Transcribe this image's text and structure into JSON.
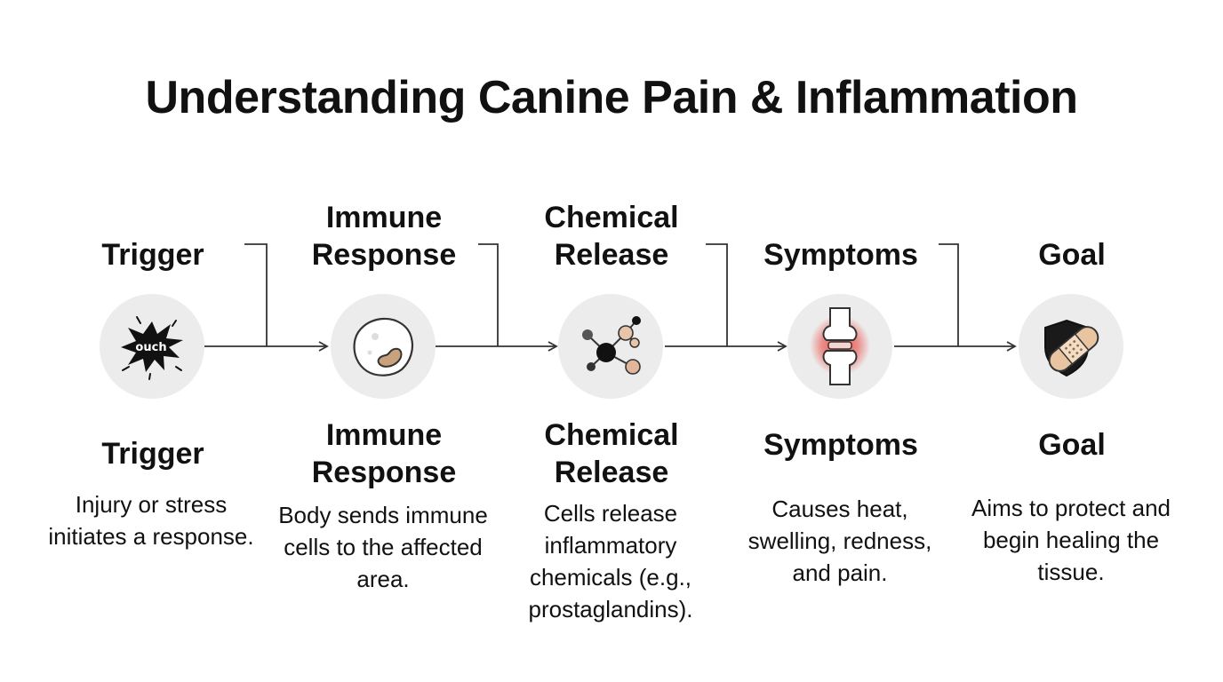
{
  "title": "Understanding Canine Pain & Inflammation",
  "steps": [
    {
      "label": "Trigger",
      "description": "Injury or stress initiates a response.",
      "icon": "ouch-burst-icon",
      "icon_text": "ouch"
    },
    {
      "label": "Immune Response",
      "description": "Body sends immune cells to the affected area.",
      "icon": "immune-cell-icon"
    },
    {
      "label": "Chemical Release",
      "description": "Cells release inflammatory chemicals (e.g., prostaglandins).",
      "icon": "molecule-icon"
    },
    {
      "label": "Symptoms",
      "description": "Causes heat, swelling, redness, and pain.",
      "icon": "inflamed-joint-icon"
    },
    {
      "label": "Goal",
      "description": "Aims to protect and begin healing the tissue.",
      "icon": "shield-bandage-icon"
    }
  ],
  "colors": {
    "text": "#111111",
    "circle": "#ececec",
    "connector": "#333333",
    "inflammation": "#e8423a",
    "bandage": "#e8c4a0"
  }
}
